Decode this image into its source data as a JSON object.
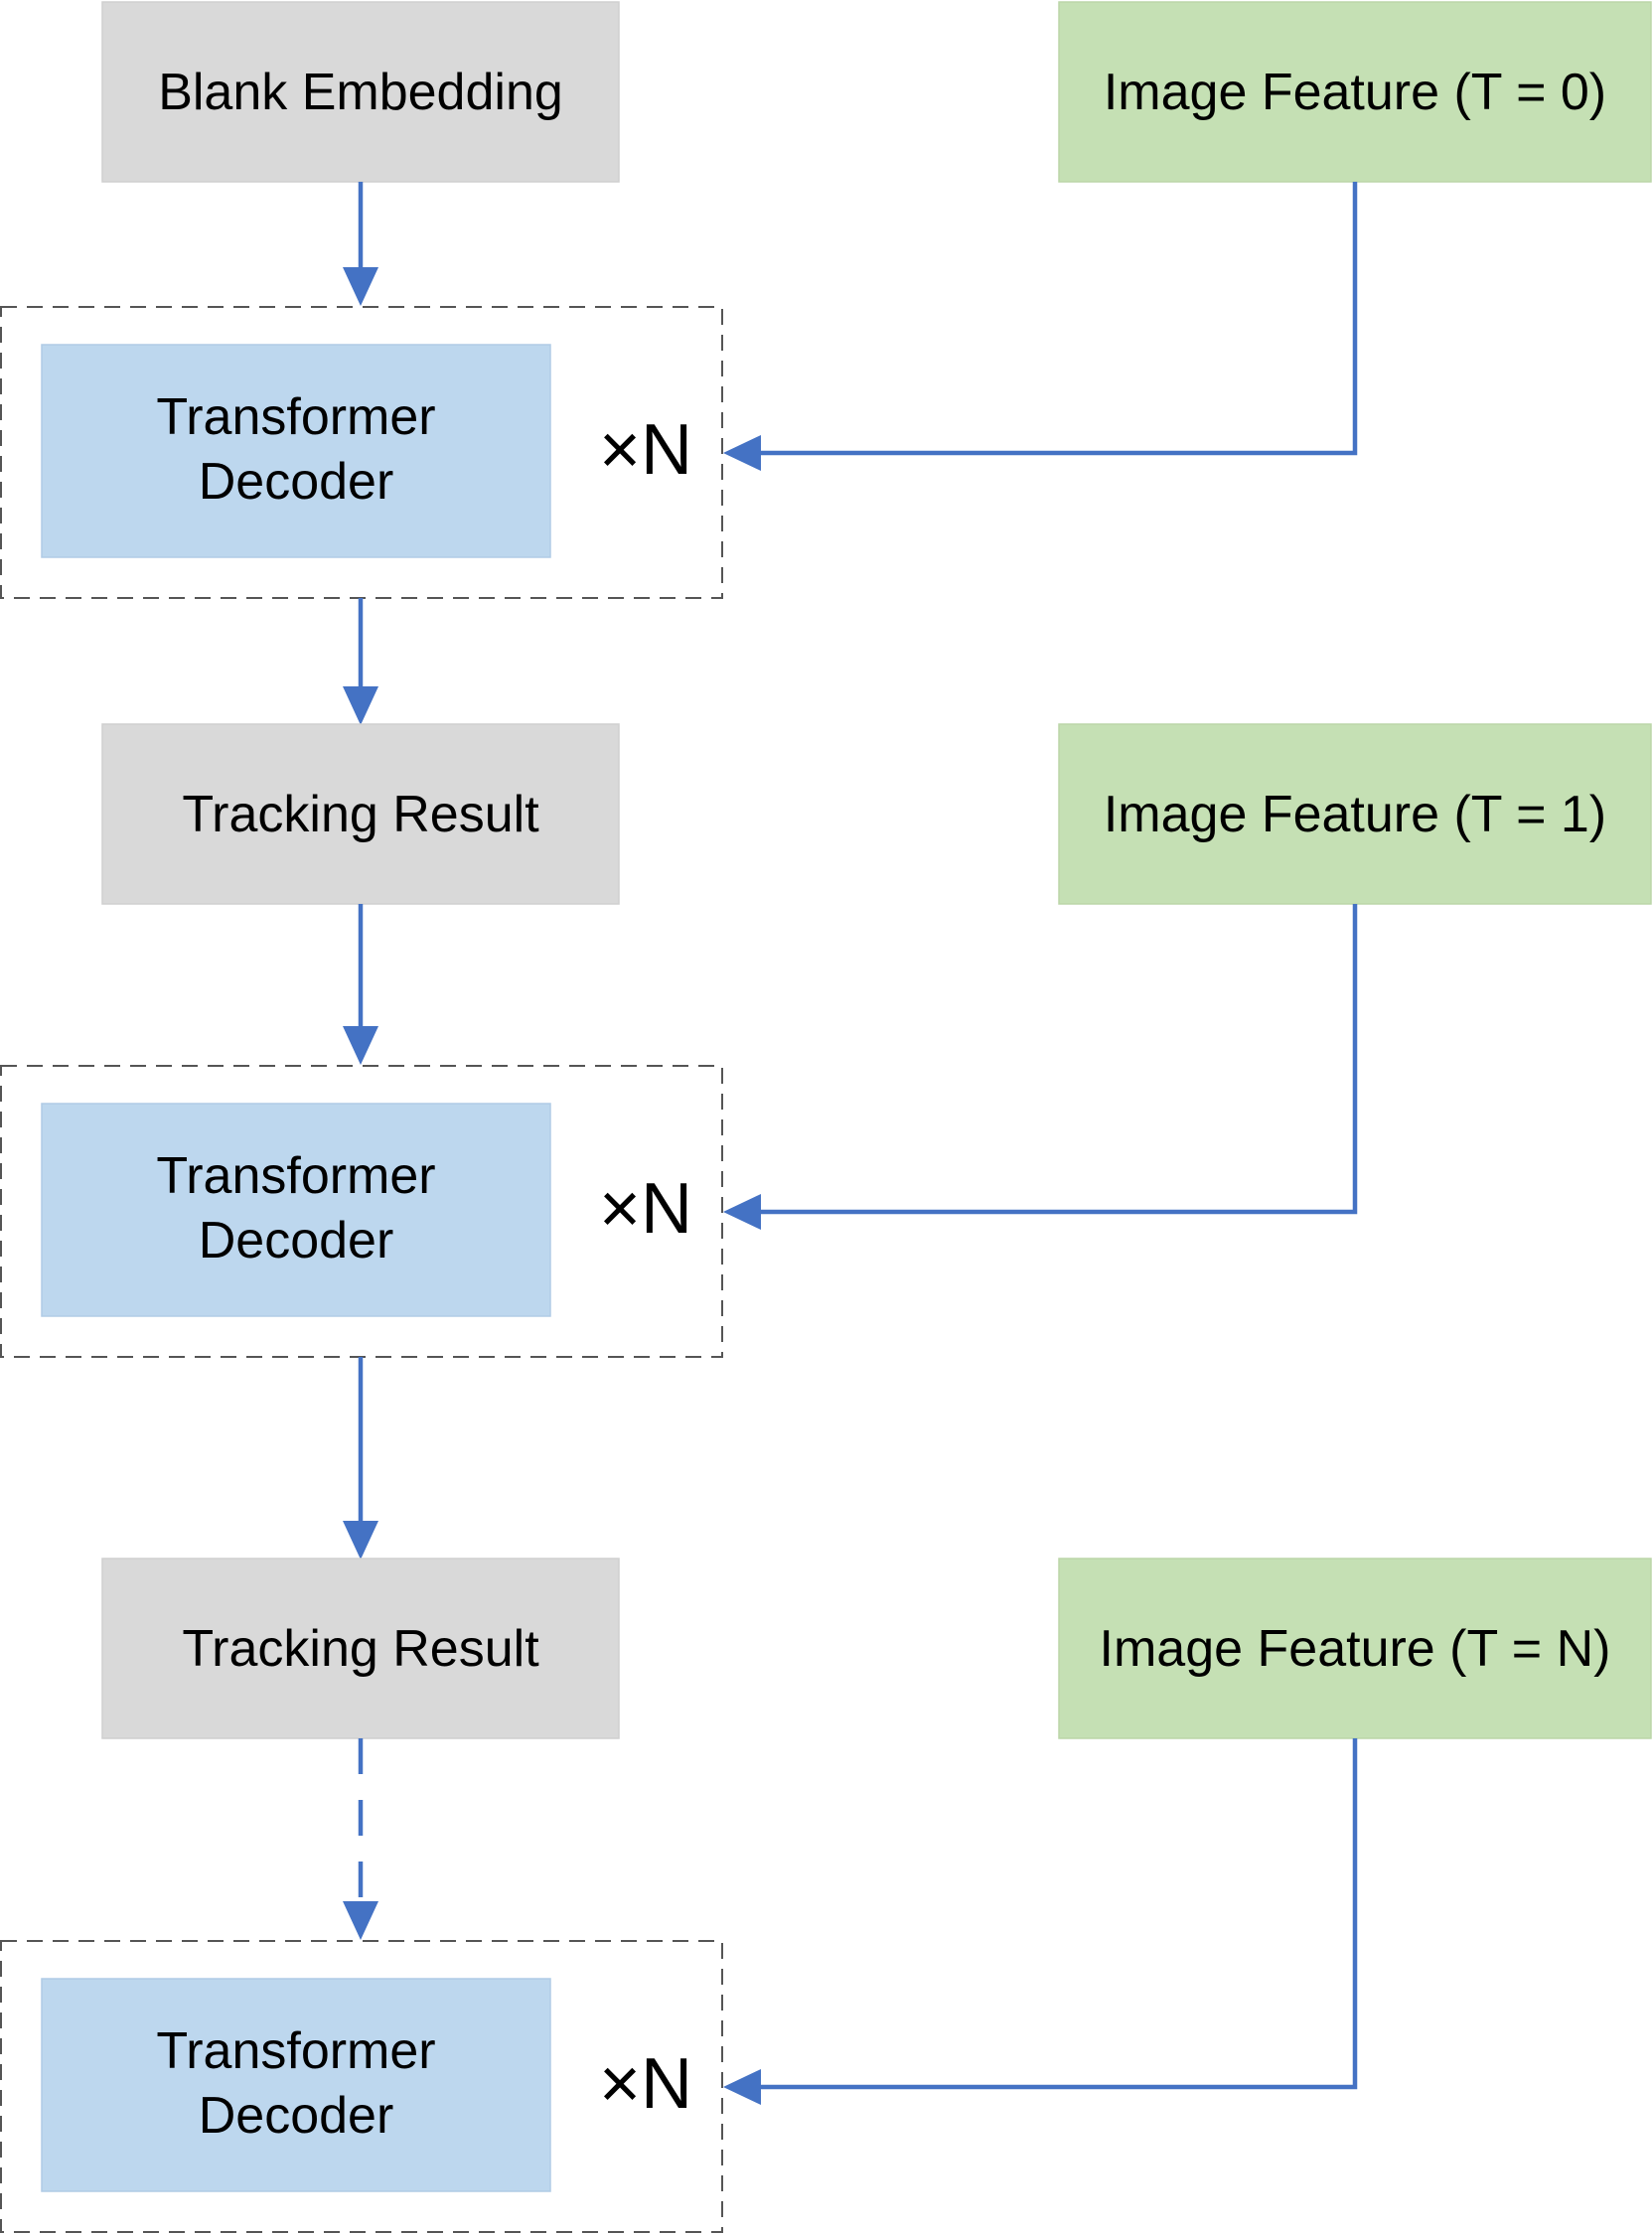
{
  "colors": {
    "gray_box": "#D9D9D9",
    "green_box": "#C5E0B4",
    "blue_box": "#BDD7EE",
    "arrow": "#4472C4"
  },
  "blank_embedding": "Blank Embedding",
  "image_features": [
    "Image Feature (T = 0)",
    "Image Feature (T = 1)",
    "Image Feature (T = N)"
  ],
  "tracking_results": [
    "Tracking Result",
    "Tracking Result"
  ],
  "decoder_line1": "Transformer",
  "decoder_line2": "Decoder",
  "repeat_label": "×N"
}
